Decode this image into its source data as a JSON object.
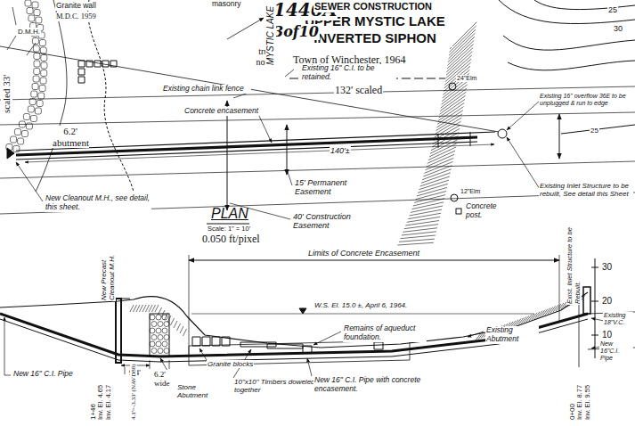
{
  "diagram": {
    "title": "UPPER MYSTIC LAKE INVERTED SIPHON",
    "labels": [
      "1446A",
      "3of10",
      "SEWER CONSTRUCTION",
      "Town of Winchester, 1964",
      "true north",
      "MYSTIC LAKE",
      "Granite wall",
      "M.D.C. 1959",
      "masonry",
      "D.M.H.",
      "scaled 33'",
      "Existing 16\" C.I. to be retained.",
      "132' scaled",
      "Existing chain link fence",
      "Concrete encasement",
      "6.2' abutment",
      "140'±",
      "15' Permanent Easement",
      "40' Construction Easement",
      "New Cleanout M.H., see detail, this sheet.",
      "PLAN",
      "Scale: 1\" = 10'",
      "0.050 ft/pixel",
      "24\"Elm",
      "12\"Elm",
      "Concrete post.",
      "Existing 16\" overflow 36E to be unplugged & run to edge",
      "Existing Inlet Structure to be rebuilt, See detail this Sheet",
      "25",
      "30",
      "25",
      "Limits of Concrete Encasement",
      "New Precast Cleanout M.H.",
      "W.S. El. 15.0 ±, April 6, 1964.",
      "Remains of aqueduct foundation.",
      "Existing Abutment",
      "Exist. Inlet Structure to be Rebuilt.",
      "Granite blocks",
      "10\"x10\" Timbers doweled together",
      "New 16\" C.I. Pipe with concrete encasement.",
      "New 16\" C.I. Pipe",
      "Stone Abutment",
      "9.4'",
      "6.2' wide",
      "30",
      "20",
      "10",
      "Existing 18\"V.C.",
      "New 16\"C.I. Pipe",
      "1+46",
      "Inv. El. 4.65",
      "Inv. El. 4.17",
      "4.1'=-3.33' (NAVD88)",
      "0+00",
      "Inv. El. 8.77",
      "Inv. El. 9.55"
    ]
  }
}
